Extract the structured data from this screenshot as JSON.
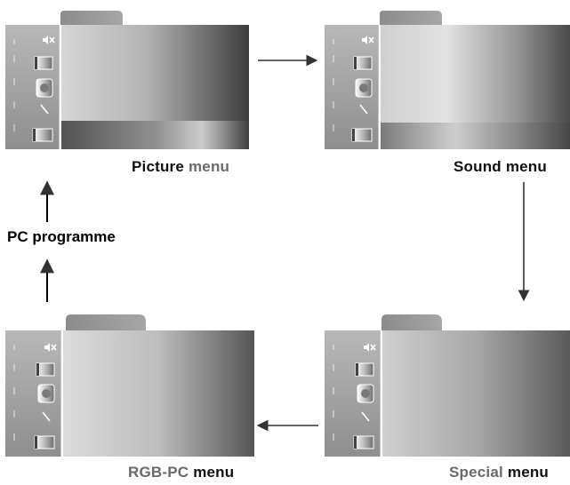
{
  "menus": {
    "picture": {
      "word1": "Picture",
      "word2": "menu"
    },
    "sound": {
      "word1": "Sound",
      "word2": "menu"
    },
    "special": {
      "word1": "Special",
      "word2": "menu"
    },
    "rgbpc": {
      "word1": "RGB-PC",
      "word2": "menu"
    }
  },
  "side_label": "PC programme",
  "colors": {
    "background": "#ffffff",
    "screen_dark": "#2a2a2a",
    "screen_light": "#e0e0e0",
    "arrow": "#555555",
    "caption": "#111111"
  },
  "icons": [
    "mute-icon",
    "picture-icon",
    "speaker-icon",
    "pencil-icon",
    "screen-icon"
  ]
}
